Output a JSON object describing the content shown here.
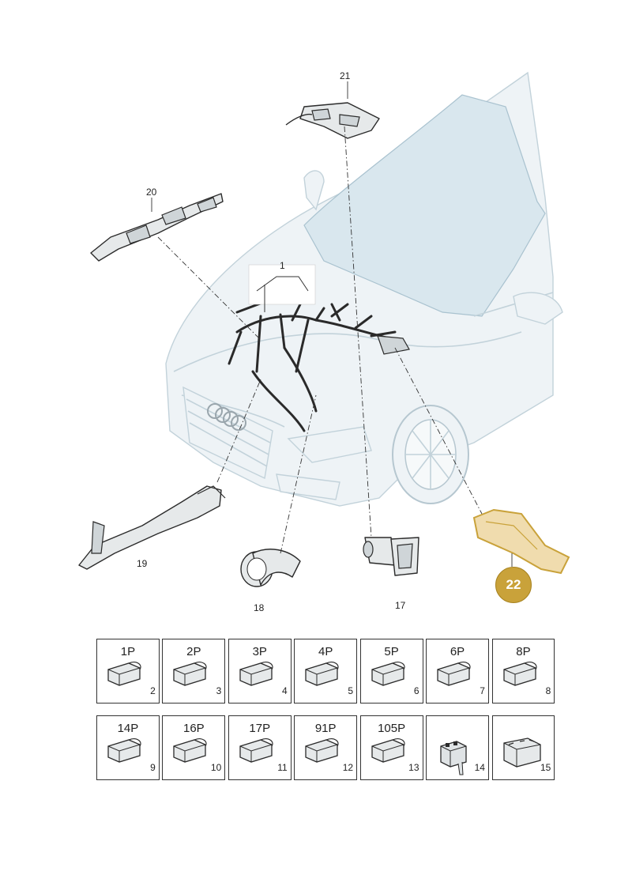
{
  "callouts": {
    "c1": "1",
    "c17": "17",
    "c18": "18",
    "c19": "19",
    "c20": "20",
    "c21": "21",
    "c22": "22"
  },
  "connectors_row1": [
    {
      "label": "1P",
      "num": "2"
    },
    {
      "label": "2P",
      "num": "3"
    },
    {
      "label": "3P",
      "num": "4"
    },
    {
      "label": "4P",
      "num": "5"
    },
    {
      "label": "5P",
      "num": "6"
    },
    {
      "label": "6P",
      "num": "7"
    },
    {
      "label": "8P",
      "num": "8"
    }
  ],
  "connectors_row2": [
    {
      "label": "14P",
      "num": "9"
    },
    {
      "label": "16P",
      "num": "10"
    },
    {
      "label": "17P",
      "num": "11"
    },
    {
      "label": "91P",
      "num": "12"
    },
    {
      "label": "105P",
      "num": "13"
    },
    {
      "label": "",
      "num": "14"
    },
    {
      "label": "",
      "num": "15"
    }
  ],
  "colors": {
    "highlight": "#c9a23a",
    "car_outline": "#c2d2da",
    "glass": "#d9e7ee"
  }
}
